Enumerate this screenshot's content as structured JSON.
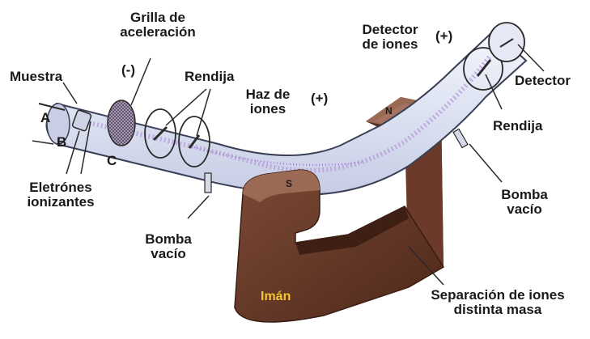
{
  "labels": {
    "grilla_line1": "Grilla de",
    "grilla_line2": "aceleración",
    "minus": "(-)",
    "muestra": "Muestra",
    "a": "A",
    "b": "B",
    "c": "C",
    "rendija_left": "Rendija",
    "haz_line1": "Haz de",
    "haz_line2": "iones",
    "plus_mid": "(+)",
    "detector_iones_line1": "Detector",
    "detector_iones_line2": "de iones",
    "plus_top": "(+)",
    "detector": "Detector",
    "rendija_right": "Rendija",
    "electrones_line1": "Eletrónes",
    "electrones_line2": "ionizantes",
    "bomba_left_line1": "Bomba",
    "bomba_left_line2": "vacío",
    "bomba_right_line1": "Bomba",
    "bomba_right_line2": "vacío",
    "iman": "Imán",
    "n_pole": "N",
    "s_pole": "S",
    "separacion_line1": "Separación de iones",
    "separacion_line2": "distinta masa"
  },
  "colors": {
    "magnet": "#6b3a2a",
    "magnet_dark": "#4a2418",
    "tube": "#dfe3f3",
    "beam": "#b59ad8",
    "iman_text": "#f4c431"
  }
}
